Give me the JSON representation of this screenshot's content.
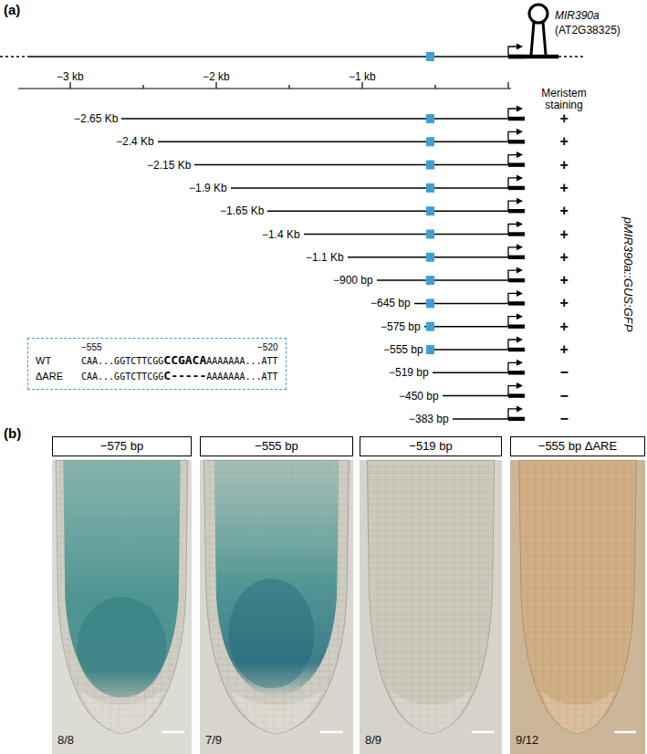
{
  "diagram": {
    "nodes": [
      {
        "text": [
          "−555",
          "−520",
          "WT",
          "CAA...GGTCTTCGG",
          "CCGACA",
          "AAAAAAA...ATT",
          "ΔARE",
          "CAA...GGTCTTCGG",
          "C",
          "-----",
          "AAAAAAA...ATT"
        ]
      },
      {
        "text": [
          "−575 bp"
        ]
      },
      {
        "text": [
          "−555 bp"
        ]
      },
      {
        "text": [
          "−519 bp"
        ]
      },
      {
        "text": [
          "−555 bp ΔARE"
        ]
      },
      {
        "text": [
          "8/8"
        ]
      },
      {
        "text": [
          "7/9"
        ]
      },
      {
        "text": [
          "8/9"
        ]
      },
      {
        "text": [
          "9/12"
        ]
      }
    ],
    "labels": [
      "(a)",
      "MIR390a",
      "(AT2G38325)",
      "−3 kb",
      "−2 kb",
      "−1 kb",
      "Meristem staining",
      "−2.65 Kb",
      "−2.4 Kb",
      "−2.15 Kb",
      "−1.9 Kb",
      "−1.65 Kb",
      "−1.4 Kb",
      "−1.1 Kb",
      "−900 bp",
      "−645 bp",
      "−575 bp",
      "−555 bp",
      "−519 bp",
      "−450 bp",
      "−383 bp",
      "+",
      "+",
      "+",
      "+",
      "+",
      "+",
      "+",
      "+",
      "+",
      "+",
      "+",
      "−",
      "−",
      "−",
      "pMIR390a::GUS:GFP",
      "(b)"
    ]
  }
}
